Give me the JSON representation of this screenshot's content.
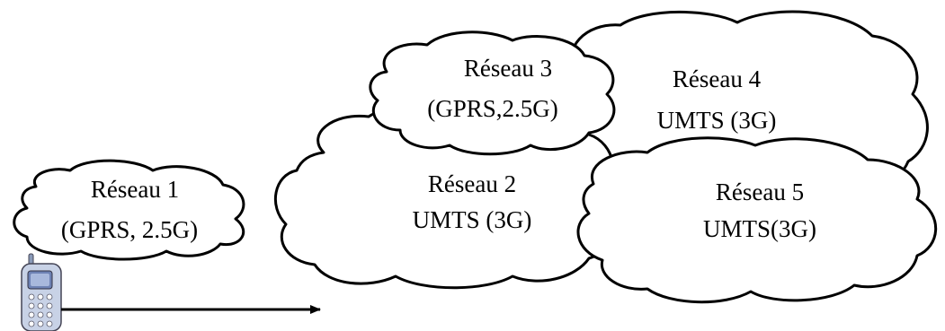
{
  "networks": [
    {
      "name": "Réseau 1",
      "tech": "(GPRS, 2.5G)"
    },
    {
      "name": "Réseau 2",
      "tech": "UMTS (3G)"
    },
    {
      "name": "Réseau 3",
      "tech": "(GPRS,2.5G)"
    },
    {
      "name": "Réseau 4",
      "tech": "UMTS (3G)"
    },
    {
      "name": "Réseau 5",
      "tech": "UMTS(3G)"
    }
  ],
  "colors": {
    "stroke": "#000000",
    "fill": "#ffffff",
    "phone_body": "#c8d2e6",
    "phone_screen": "#6e82b4"
  },
  "icons": {
    "device": "mobile-phone-icon",
    "movement": "arrow-right"
  }
}
